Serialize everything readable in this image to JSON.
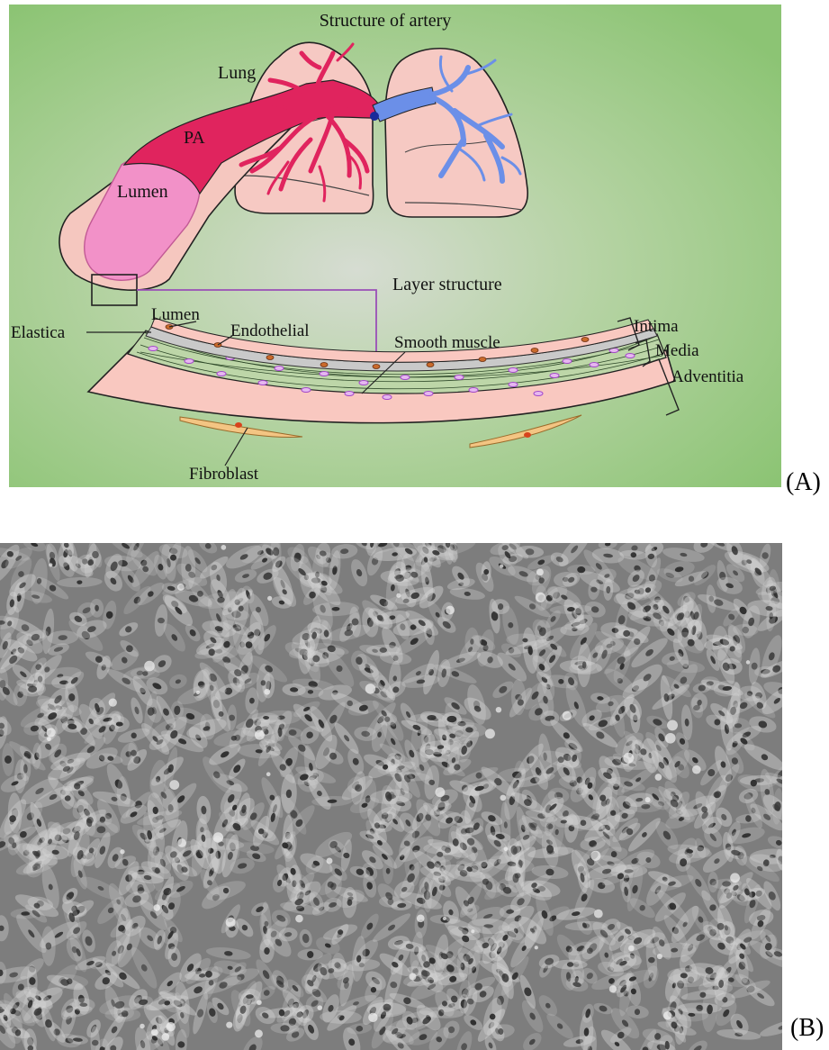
{
  "panelA": {
    "title": "Structure of artery",
    "labels": {
      "lung": "Lung",
      "pa": "PA",
      "lumen_vessel": "Lumen",
      "layer_structure": "Layer structure",
      "lumen_layer": "Lumen",
      "elastica": "Elastica",
      "endothelial": "Endothelial",
      "smooth_muscle": "Smooth muscle",
      "intima": "Intima",
      "media": "Media",
      "adventitia": "Adventitia",
      "fibroblast": "Fibroblast"
    },
    "letter": "(A)"
  },
  "panelB": {
    "letter": "(B)"
  },
  "colors": {
    "background_green": "#8fc47a",
    "artery_red": "#e0245e",
    "vein_blue": "#6b8fe8",
    "lung_pink": "#f6c9c3",
    "lumen_pink": "#f08ac4",
    "wall_pink": "#f9c8c0",
    "smooth_muscle_purple": "#c77ee6"
  }
}
